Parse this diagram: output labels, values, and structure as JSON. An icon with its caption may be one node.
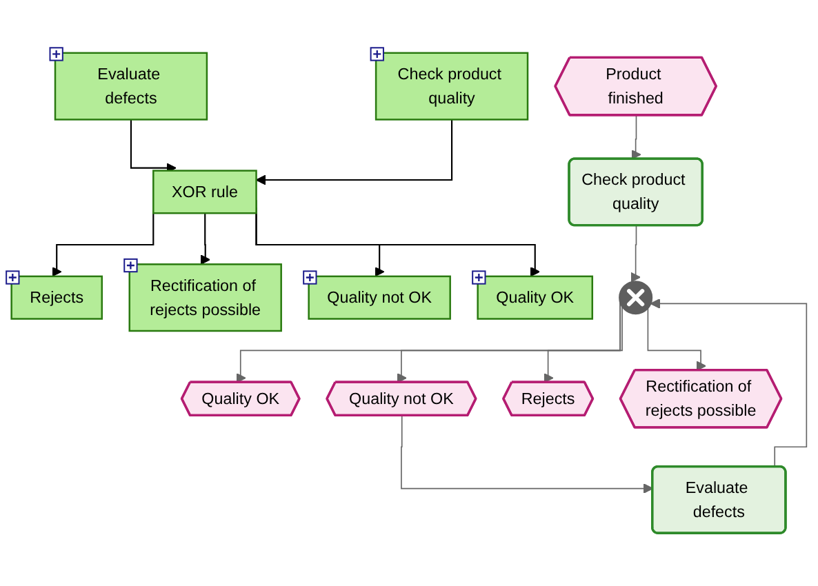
{
  "diagram": {
    "nodes": [
      {
        "text": [
          "Product finished"
        ]
      },
      {
        "text": [
          "Check product quality"
        ]
      },
      {
        "text": [],
        "shape": "circle"
      },
      {
        "text": [
          "Quality OK"
        ]
      },
      {
        "text": [
          "Quality not OK"
        ]
      },
      {
        "text": [
          "Rejects"
        ]
      },
      {
        "text": [
          "Rectification of rejects possible"
        ]
      },
      {
        "text": [
          "Evaluate defects"
        ]
      },
      {
        "text": [
          "Evaluate defects"
        ]
      },
      {
        "text": [
          "Check product quality"
        ]
      },
      {
        "text": [
          "XOR rule"
        ]
      },
      {
        "text": [
          "Rejects"
        ]
      },
      {
        "text": [
          "Rectification of rejects possible"
        ]
      },
      {
        "text": [
          "Quality not OK"
        ]
      },
      {
        "text": [
          "Quality OK"
        ]
      }
    ],
    "edges": [
      {
        "from": 0,
        "to": 1,
        "arrow": "to"
      },
      {
        "from": 1,
        "to": 2,
        "arrow": "to"
      },
      {
        "from": 2,
        "to": 3,
        "arrow": "to"
      },
      {
        "from": 2,
        "to": 4,
        "arrow": "to"
      },
      {
        "from": 2,
        "to": 5,
        "arrow": "to"
      },
      {
        "from": 2,
        "to": 6,
        "arrow": "to"
      },
      {
        "from": 4,
        "to": 7,
        "arrow": "to"
      },
      {
        "from": 7,
        "to": 2,
        "arrow": "to"
      },
      {
        "from": 8,
        "to": 10,
        "arrow": "to",
        "color": "#000000"
      },
      {
        "from": 9,
        "to": 10,
        "arrow": "to",
        "color": "#000000"
      },
      {
        "from": 10,
        "to": 11,
        "arrow": "to",
        "color": "#000000"
      },
      {
        "from": 10,
        "to": 12,
        "arrow": "to",
        "color": "#000000"
      },
      {
        "from": 10,
        "to": 13,
        "arrow": "to",
        "color": "#000000"
      },
      {
        "from": 10,
        "to": 14,
        "arrow": "to",
        "color": "#000000"
      }
    ]
  }
}
